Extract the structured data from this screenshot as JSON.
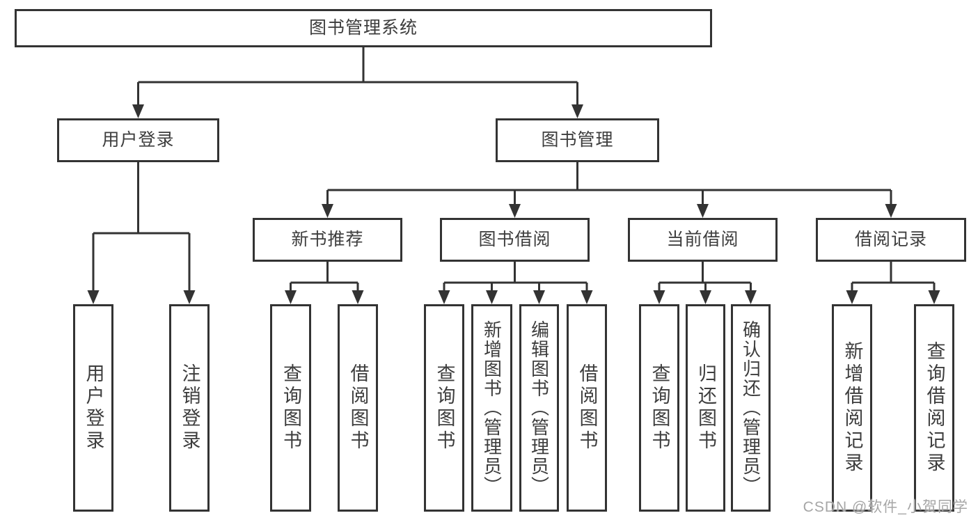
{
  "diagram": {
    "title_node": {
      "label": "图书管理系统"
    },
    "level2": [
      {
        "id": "user-login",
        "label": "用户登录",
        "parent": "图书管理系统"
      },
      {
        "id": "book-management",
        "label": "图书管理",
        "parent": "图书管理系统"
      }
    ],
    "level3": [
      {
        "id": "new-book-recommend",
        "label": "新书推荐",
        "parent": "图书管理"
      },
      {
        "id": "book-borrowing",
        "label": "图书借阅",
        "parent": "图书管理"
      },
      {
        "id": "current-borrowing",
        "label": "当前借阅",
        "parent": "图书管理"
      },
      {
        "id": "borrowing-records",
        "label": "借阅记录",
        "parent": "图书管理"
      }
    ],
    "leaves": [
      {
        "id": "leaf-user-login",
        "label": "用户登录",
        "parent": "用户登录"
      },
      {
        "id": "leaf-logout",
        "label": "注销登录",
        "parent": "用户登录"
      },
      {
        "id": "leaf-query-books-recommend",
        "label": "查询图书",
        "parent": "新书推荐"
      },
      {
        "id": "leaf-borrow-books-recommend",
        "label": "借阅图书",
        "parent": "新书推荐"
      },
      {
        "id": "leaf-query-books-borrowing",
        "label": "查询图书",
        "parent": "图书借阅"
      },
      {
        "id": "leaf-add-books-admin",
        "label": "新增图书（管理员）",
        "parent": "图书借阅"
      },
      {
        "id": "leaf-edit-books-admin",
        "label": "编辑图书（管理员）",
        "parent": "图书借阅"
      },
      {
        "id": "leaf-borrow-books-borrowing",
        "label": "借阅图书",
        "parent": "图书借阅"
      },
      {
        "id": "leaf-query-books-current",
        "label": "查询图书",
        "parent": "当前借阅"
      },
      {
        "id": "leaf-return-books",
        "label": "归还图书",
        "parent": "当前借阅"
      },
      {
        "id": "leaf-confirm-return-admin",
        "label": "确认归还（管理员）",
        "parent": "当前借阅"
      },
      {
        "id": "leaf-add-borrow-record",
        "label": "新增借阅记录",
        "parent": "借阅记录"
      },
      {
        "id": "leaf-query-borrow-record",
        "label": "查询借阅记录",
        "parent": "借阅记录"
      }
    ]
  },
  "watermark": {
    "text": "CSDN @软件_小贺同学"
  },
  "colors": {
    "line": "#333333",
    "text": "#3d3d3d",
    "watermark": "#a6a6a6",
    "background": "#ffffff"
  }
}
